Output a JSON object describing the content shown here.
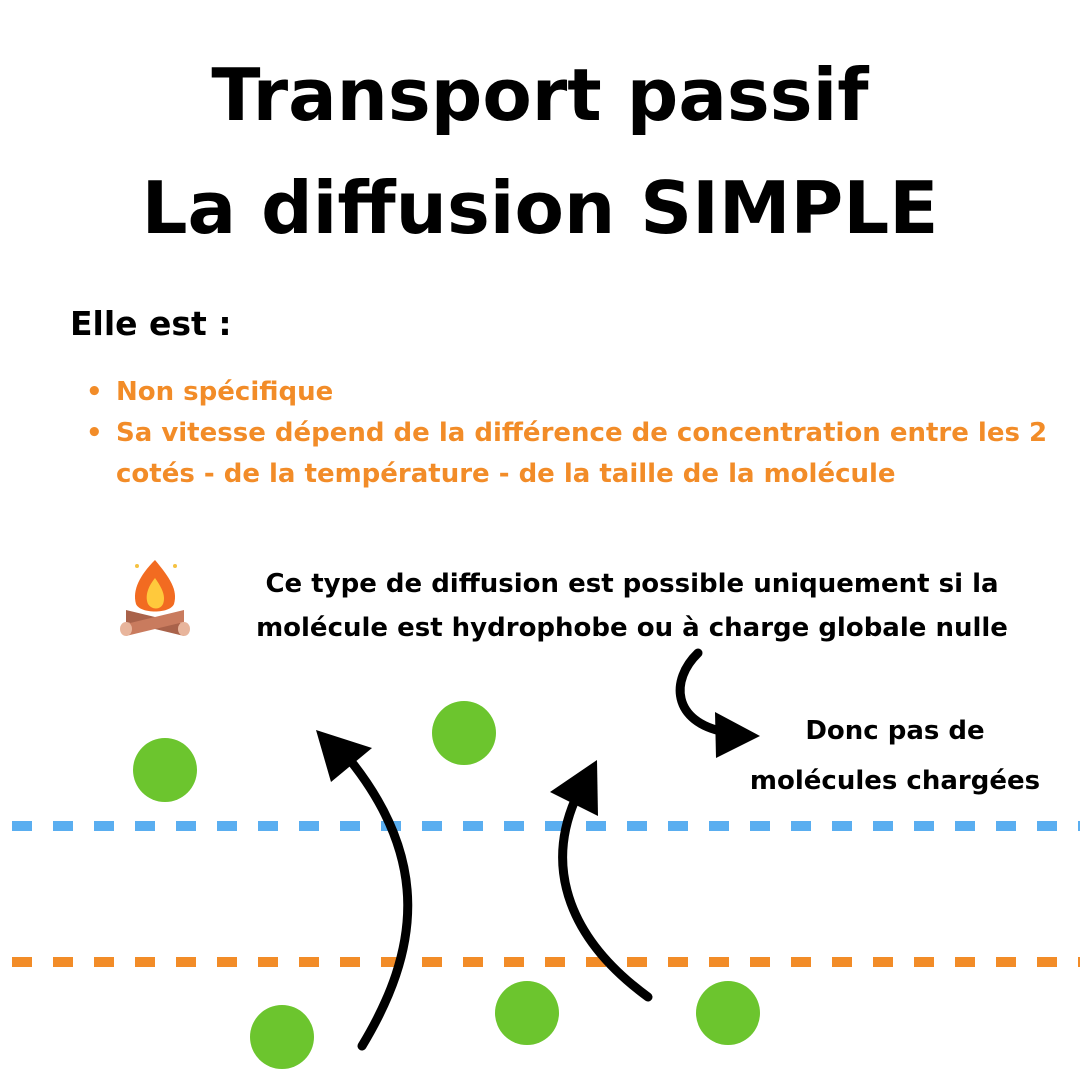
{
  "title": {
    "line1": "Transport passif",
    "line2": "La diffusion SIMPLE"
  },
  "intro": "Elle est :",
  "bullets": [
    "Non spécifique",
    "Sa vitesse dépend de la différence de concentration entre les 2 cotés - de la température - de la taille de la molécule"
  ],
  "note": {
    "icon": "campfire-icon",
    "text": "Ce type de diffusion est possible uniquement si la molécule est hydrophobe ou à charge globale nulle"
  },
  "conclusion": "Donc pas de molécules chargées",
  "colors": {
    "accent_text": "#f28c28",
    "membrane_top": "#5aaef0",
    "membrane_bottom": "#f28c28",
    "molecule": "#6cc52e"
  }
}
